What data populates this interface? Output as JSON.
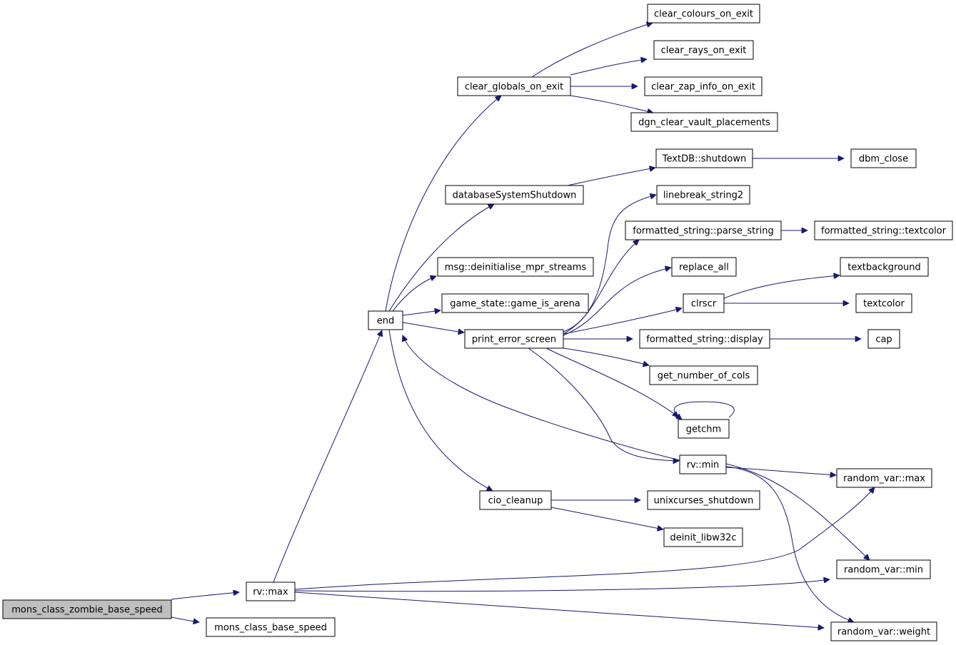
{
  "colors": {
    "edge": "#191970",
    "root_fill": "#bfbfbf",
    "node_fill": "#ffffff",
    "node_border": "#000000"
  },
  "nodes": {
    "mons_class_zombie_base_speed": {
      "label": "mons_class_zombie_base_speed"
    },
    "rv_max": {
      "label": "rv::max"
    },
    "mons_class_base_speed": {
      "label": "mons_class_base_speed"
    },
    "end": {
      "label": "end"
    },
    "clear_globals_on_exit": {
      "label": "clear_globals_on_exit"
    },
    "clear_colours_on_exit": {
      "label": "clear_colours_on_exit"
    },
    "clear_rays_on_exit": {
      "label": "clear_rays_on_exit"
    },
    "clear_zap_info_on_exit": {
      "label": "clear_zap_info_on_exit"
    },
    "dgn_clear_vault_placements": {
      "label": "dgn_clear_vault_placements"
    },
    "databaseSystemShutdown": {
      "label": "databaseSystemShutdown"
    },
    "textdb_shutdown": {
      "label": "TextDB::shutdown"
    },
    "dbm_close": {
      "label": "dbm_close"
    },
    "msg_deinitialise": {
      "label": "msg::deinitialise_mpr_streams"
    },
    "game_is_arena": {
      "label": "game_state::game_is_arena"
    },
    "print_error_screen": {
      "label": "print_error_screen"
    },
    "linebreak_string2": {
      "label": "linebreak_string2"
    },
    "parse_string": {
      "label": "formatted_string::parse_string"
    },
    "fs_textcolor": {
      "label": "formatted_string::textcolor"
    },
    "replace_all": {
      "label": "replace_all"
    },
    "clrscr": {
      "label": "clrscr"
    },
    "textbackground": {
      "label": "textbackground"
    },
    "textcolor": {
      "label": "textcolor"
    },
    "fs_display": {
      "label": "formatted_string::display"
    },
    "cap": {
      "label": "cap"
    },
    "get_number_of_cols": {
      "label": "get_number_of_cols"
    },
    "getchm": {
      "label": "getchm"
    },
    "rv_min": {
      "label": "rv::min"
    },
    "random_var_max": {
      "label": "random_var::max"
    },
    "random_var_min": {
      "label": "random_var::min"
    },
    "random_var_weight": {
      "label": "random_var::weight"
    },
    "cio_cleanup": {
      "label": "cio_cleanup"
    },
    "unixcurses_shutdown": {
      "label": "unixcurses_shutdown"
    },
    "deinit_libw32c": {
      "label": "deinit_libw32c"
    }
  },
  "edges": [
    [
      "mons_class_zombie_base_speed",
      "rv_max"
    ],
    [
      "mons_class_zombie_base_speed",
      "mons_class_base_speed"
    ],
    [
      "rv_max",
      "end"
    ],
    [
      "rv_max",
      "random_var_max"
    ],
    [
      "rv_max",
      "random_var_min"
    ],
    [
      "rv_max",
      "random_var_weight"
    ],
    [
      "end",
      "clear_globals_on_exit"
    ],
    [
      "end",
      "databaseSystemShutdown"
    ],
    [
      "end",
      "msg_deinitialise"
    ],
    [
      "end",
      "game_is_arena"
    ],
    [
      "end",
      "print_error_screen"
    ],
    [
      "end",
      "cio_cleanup"
    ],
    [
      "clear_globals_on_exit",
      "clear_colours_on_exit"
    ],
    [
      "clear_globals_on_exit",
      "clear_rays_on_exit"
    ],
    [
      "clear_globals_on_exit",
      "clear_zap_info_on_exit"
    ],
    [
      "clear_globals_on_exit",
      "dgn_clear_vault_placements"
    ],
    [
      "databaseSystemShutdown",
      "textdb_shutdown"
    ],
    [
      "textdb_shutdown",
      "dbm_close"
    ],
    [
      "print_error_screen",
      "linebreak_string2"
    ],
    [
      "print_error_screen",
      "parse_string"
    ],
    [
      "print_error_screen",
      "replace_all"
    ],
    [
      "print_error_screen",
      "clrscr"
    ],
    [
      "print_error_screen",
      "fs_display"
    ],
    [
      "print_error_screen",
      "get_number_of_cols"
    ],
    [
      "print_error_screen",
      "getchm"
    ],
    [
      "print_error_screen",
      "rv_min"
    ],
    [
      "parse_string",
      "fs_textcolor"
    ],
    [
      "clrscr",
      "textbackground"
    ],
    [
      "clrscr",
      "textcolor"
    ],
    [
      "fs_display",
      "cap"
    ],
    [
      "getchm",
      "getchm"
    ],
    [
      "rv_min",
      "end"
    ],
    [
      "rv_min",
      "random_var_max"
    ],
    [
      "rv_min",
      "random_var_min"
    ],
    [
      "rv_min",
      "random_var_weight"
    ],
    [
      "cio_cleanup",
      "unixcurses_shutdown"
    ],
    [
      "cio_cleanup",
      "deinit_libw32c"
    ]
  ]
}
